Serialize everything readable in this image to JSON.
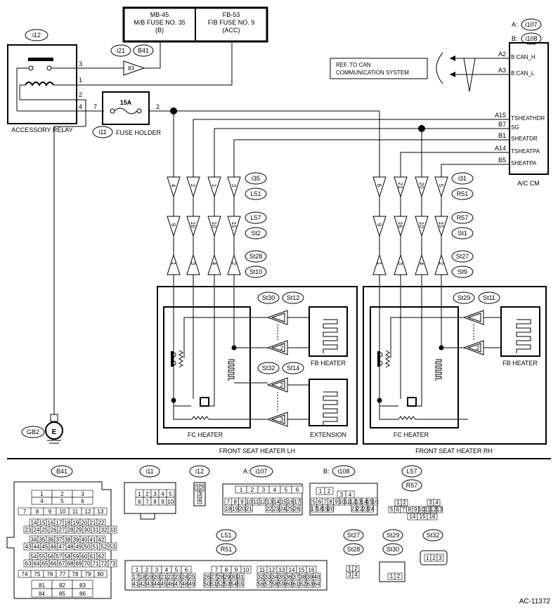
{
  "fuses": {
    "mb45": {
      "line1": "MB-45",
      "line2": "M/B FUSE NO. 35",
      "line3": "(B)"
    },
    "fb53": {
      "line1": "FB-53",
      "line2": "F/B FUSE NO. 9",
      "line3": "(ACC)"
    }
  },
  "relay": {
    "conn": "i12",
    "label": "ACCESSORY RELAY",
    "pins": [
      "3",
      "1",
      "2",
      "4"
    ]
  },
  "relay_link": {
    "conn_a": "i21",
    "conn_b": "B41",
    "pin": "83"
  },
  "fuse_holder": {
    "conn": "i11",
    "label": "FUSE HOLDER",
    "rating": "15A",
    "pin_in": "7",
    "pin_out": "2"
  },
  "ground": {
    "conn": "GB2",
    "symbol": "E"
  },
  "can_ref": {
    "line1": "REF. TO CAN",
    "line2": "COMMUNICATION SYSTEM"
  },
  "ac_cm": {
    "label": "A/C CM",
    "conn_a_prefix": "A:",
    "conn_a": "i107",
    "conn_b_prefix": "B:",
    "conn_b": "i108",
    "pins": [
      {
        "num": "A2",
        "name": "B CAN_H"
      },
      {
        "num": "A3",
        "name": "B CAN_L"
      },
      {
        "num": "A15",
        "name": "TSHEATHDR"
      },
      {
        "num": "B7",
        "name": "SG"
      },
      {
        "num": "B1",
        "name": "SHEATDR"
      },
      {
        "num": "A14",
        "name": "TSHEATPA"
      },
      {
        "num": "B5",
        "name": "SHEATPA"
      }
    ]
  },
  "left": {
    "rows": [
      {
        "c1": "i35",
        "c2": "L51",
        "pins": [
          "4",
          "2",
          "1",
          "3"
        ]
      },
      {
        "c1": "L57",
        "c2": "St2",
        "pins": [
          "9",
          "16",
          "10",
          "15"
        ]
      },
      {
        "c1": "St28",
        "c2": "St10",
        "pins": [
          "1",
          "3",
          "4",
          "2"
        ]
      }
    ],
    "fb_conn1": "St30",
    "fb_conn2": "St12",
    "ext_conn1": "St32",
    "ext_conn2": "St14",
    "fb_label": "FB HEATER",
    "ext_label": "EXTENSION",
    "fc_label": "FC HEATER",
    "box_label": "FRONT SEAT HEATER LH",
    "inner_pins": [
      "2",
      "2",
      "3"
    ]
  },
  "right": {
    "rows": [
      {
        "c1": "i31",
        "c2": "R51",
        "pins": [
          "6",
          "21",
          "20",
          "5"
        ]
      },
      {
        "c1": "R57",
        "c2": "St1",
        "pins": [
          "9",
          "16",
          "10",
          "15"
        ]
      },
      {
        "c1": "St27",
        "c2": "St9",
        "pins": [
          "1",
          "3",
          "4",
          "2"
        ]
      }
    ],
    "fb_conn1": "St29",
    "fb_conn2": "St11",
    "fb_label": "FB HEATER",
    "fc_label": "FC HEATER",
    "box_label": "FRONT SEAT HEATER RH",
    "inner_pins": [
      "2"
    ]
  },
  "connectors": {
    "b41": {
      "name": "B41",
      "rows": [
        [
          "1",
          "2",
          "3"
        ],
        [
          "4",
          "5",
          "6"
        ],
        [
          "7",
          "8",
          "9",
          "10",
          "11",
          "12",
          "13"
        ],
        [
          "14",
          "15",
          "16",
          "17",
          "18",
          "19",
          "20",
          "21",
          "22"
        ],
        [
          "23",
          "24",
          "25",
          "26",
          "27",
          "28",
          "29",
          "30",
          "31",
          "32",
          "33"
        ],
        [
          "34",
          "35",
          "36",
          "37",
          "38",
          "39",
          "40",
          "41",
          "42"
        ],
        [
          "43",
          "44",
          "45",
          "46",
          "47",
          "48",
          "49",
          "50",
          "51",
          "52",
          "53"
        ],
        [
          "54",
          "55",
          "56",
          "57",
          "58",
          "59",
          "60",
          "61",
          "62"
        ],
        [
          "63",
          "64",
          "65",
          "66",
          "67",
          "68",
          "69",
          "70",
          "71",
          "72",
          "73"
        ],
        [
          "74",
          "75",
          "76",
          "77",
          "78",
          "79",
          "80"
        ],
        [
          "81",
          "82",
          "83"
        ],
        [
          "84",
          "85",
          "86"
        ]
      ]
    },
    "i11": {
      "name": "i11",
      "rows": [
        [
          "1",
          "2",
          "3",
          "4",
          "5"
        ],
        [
          "6",
          "7",
          "8",
          "9",
          "10"
        ]
      ]
    },
    "i12": {
      "name": "i12",
      "rows": [
        [
          "1",
          "2"
        ],
        [
          "3"
        ],
        [
          "4"
        ]
      ]
    },
    "i107": {
      "prefix": "A:",
      "name": "i107",
      "rows": [
        [
          "1",
          "2",
          "3",
          "4",
          "5",
          "6"
        ],
        [
          "7",
          "8",
          "9",
          "10",
          "11",
          "12",
          "13",
          "14",
          "15",
          "16",
          "17"
        ],
        [
          "18",
          "19",
          "20",
          "21",
          "22",
          "23",
          "24",
          "25",
          "26"
        ]
      ]
    },
    "i108": {
      "prefix": "B:",
      "name": "i108",
      "rows": [
        [
          "1",
          "2"
        ],
        [
          "3",
          "4"
        ],
        [
          "5",
          "6",
          "7",
          "8",
          "9",
          "10",
          "11",
          "12",
          "13",
          "14",
          "15",
          "16"
        ],
        [
          "17",
          "18",
          "19",
          "20",
          "21",
          "22",
          "23",
          "24"
        ]
      ]
    },
    "l57": {
      "name1": "L57",
      "name2": "R57",
      "rows": [
        [
          "1",
          "2",
          "3",
          "4"
        ],
        [
          "5",
          "6",
          "7",
          "8",
          "9",
          "10",
          "11",
          "12",
          "13"
        ],
        [
          "14",
          "15",
          "16"
        ]
      ]
    },
    "l51": {
      "name1": "L51",
      "name2": "R51",
      "rows": [
        [
          "1",
          "2",
          "3",
          "4",
          "5",
          "6",
          "7",
          "8",
          "9",
          "10",
          "11",
          "12",
          "13",
          "14",
          "15",
          "16"
        ],
        [
          "17",
          "18",
          "19",
          "20",
          "21",
          "22",
          "23",
          "24",
          "25",
          "26",
          "27",
          "28",
          "29",
          "30",
          "31",
          "32",
          "33",
          "34",
          "35",
          "36",
          "37",
          "38",
          "39",
          "40"
        ],
        [
          "41",
          "42",
          "43",
          "44",
          "45",
          "46",
          "47",
          "48",
          "49",
          "50",
          "51",
          "52",
          "53",
          "54",
          "55",
          "56",
          "57",
          "58",
          "59",
          "60",
          "61",
          "62",
          "63",
          "64"
        ]
      ]
    },
    "st27": {
      "name1": "St27",
      "name2": "St28",
      "rows": [
        [
          "1",
          "2"
        ],
        [
          "3",
          "4"
        ]
      ]
    },
    "st29": {
      "name1": "St29",
      "name2": "St30",
      "rows": [
        [
          "1",
          "2"
        ]
      ]
    },
    "st32": {
      "name": "St32",
      "rows": [
        [
          "1",
          "2",
          "3"
        ]
      ]
    }
  },
  "diagram_code": "AC-11372"
}
